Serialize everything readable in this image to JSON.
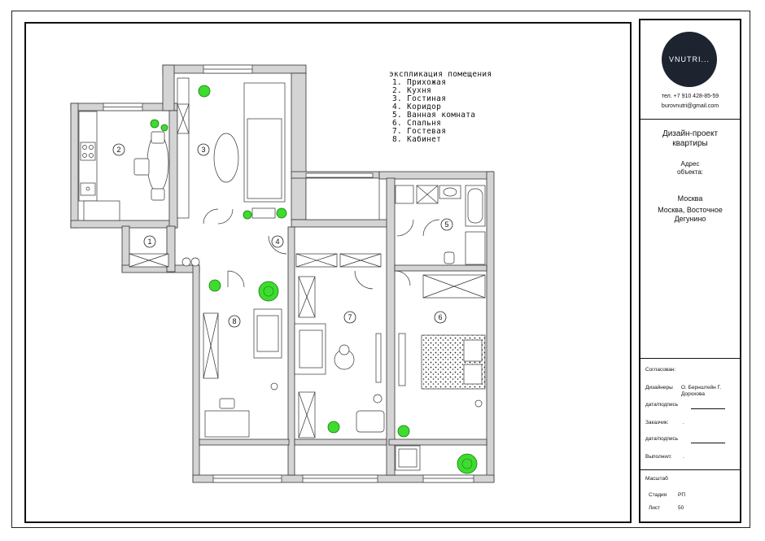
{
  "legend": {
    "title": "экспликация помещения",
    "items": [
      "1.  Прихожая",
      "2.  Кухня",
      "3.  Гостиная",
      "4.  Коридор",
      "5.  Ванная комната",
      "6.  Спальня",
      "7.  Гостевая",
      "8.  Кабинет"
    ]
  },
  "rooms": {
    "r1": "1",
    "r2": "2",
    "r3": "3",
    "r4": "4",
    "r5": "5",
    "r6": "6",
    "r7": "7",
    "r8": "8"
  },
  "stamp": {
    "logo": "VNUTRI...",
    "phone": "тел. +7 910 428-85-59",
    "email": "burovnutri@gmail.com",
    "project_title": "Дизайн-проект квартиры",
    "address_label": "Адрес объекта:",
    "city": "Москва",
    "address": "Москва, Восточное Дегунино",
    "agreed": "Согласован:",
    "designers_label": "Дизайнеры",
    "designers": "О. Бернштейн Г. Дорохова",
    "date_sign": "дата/подпись",
    "client_label": "Заказчик:",
    "client_value": ".",
    "date_sign2": "дата/подпись",
    "done_label": "Выполнил:",
    "done_value": ".",
    "scale_label": "Масштаб",
    "stage_label": "Стадия",
    "stage_value": "РП",
    "sheet_label": "Лист",
    "sheet_value": "50"
  },
  "colors": {
    "plant": "#3ddc2f",
    "wall": "#d4d4d4",
    "ink": "#111111",
    "logo_bg": "#1e2330"
  }
}
